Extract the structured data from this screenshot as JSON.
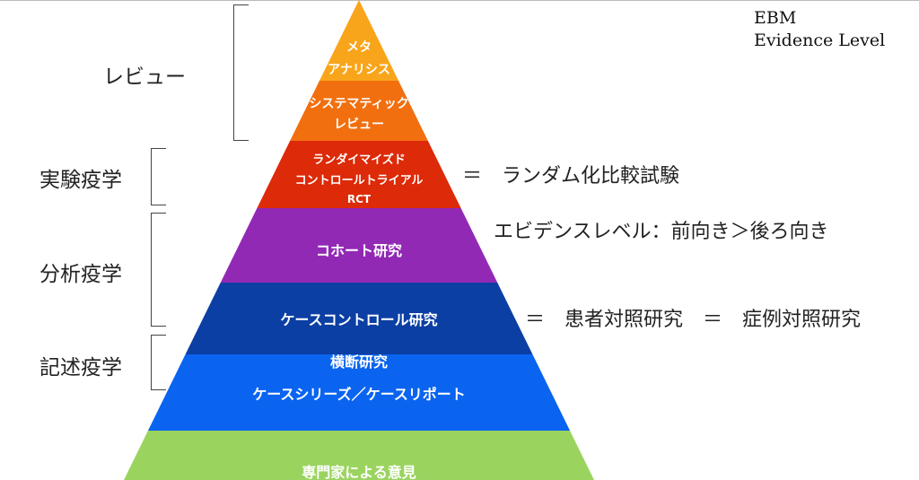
{
  "title": {
    "line1": "EBM",
    "line2": "Evidence Level"
  },
  "pyramid": {
    "levels": [
      {
        "lines": [
          "メタ",
          "アナリシス"
        ],
        "color": "#F9A51B"
      },
      {
        "lines": [
          "システマティック",
          "レビュー"
        ],
        "color": "#F26F0F"
      },
      {
        "lines": [
          "ランダイマイズド",
          "コントロールトライアル",
          "RCT"
        ],
        "color": "#DD2A08"
      },
      {
        "lines": [
          "コホート研究"
        ],
        "color": "#9229B5"
      },
      {
        "lines": [
          "ケースコントロール研究"
        ],
        "color": "#0C3FA3"
      },
      {
        "lines": [
          "横断研究",
          "ケースシリーズ／ケースリポート"
        ],
        "color": "#0A64F0"
      },
      {
        "lines": [
          "専門家による意見"
        ],
        "color": "#9AD45F"
      }
    ]
  },
  "categories": [
    "レビュー",
    "実験疫学",
    "分析疫学",
    "記述疫学"
  ],
  "notes": {
    "rct": "＝　ランダム化比較試験",
    "level": "エビデンスレベル：前向き＞後ろ向き",
    "case_control": "＝　患者対照研究　＝　症例対照研究"
  }
}
